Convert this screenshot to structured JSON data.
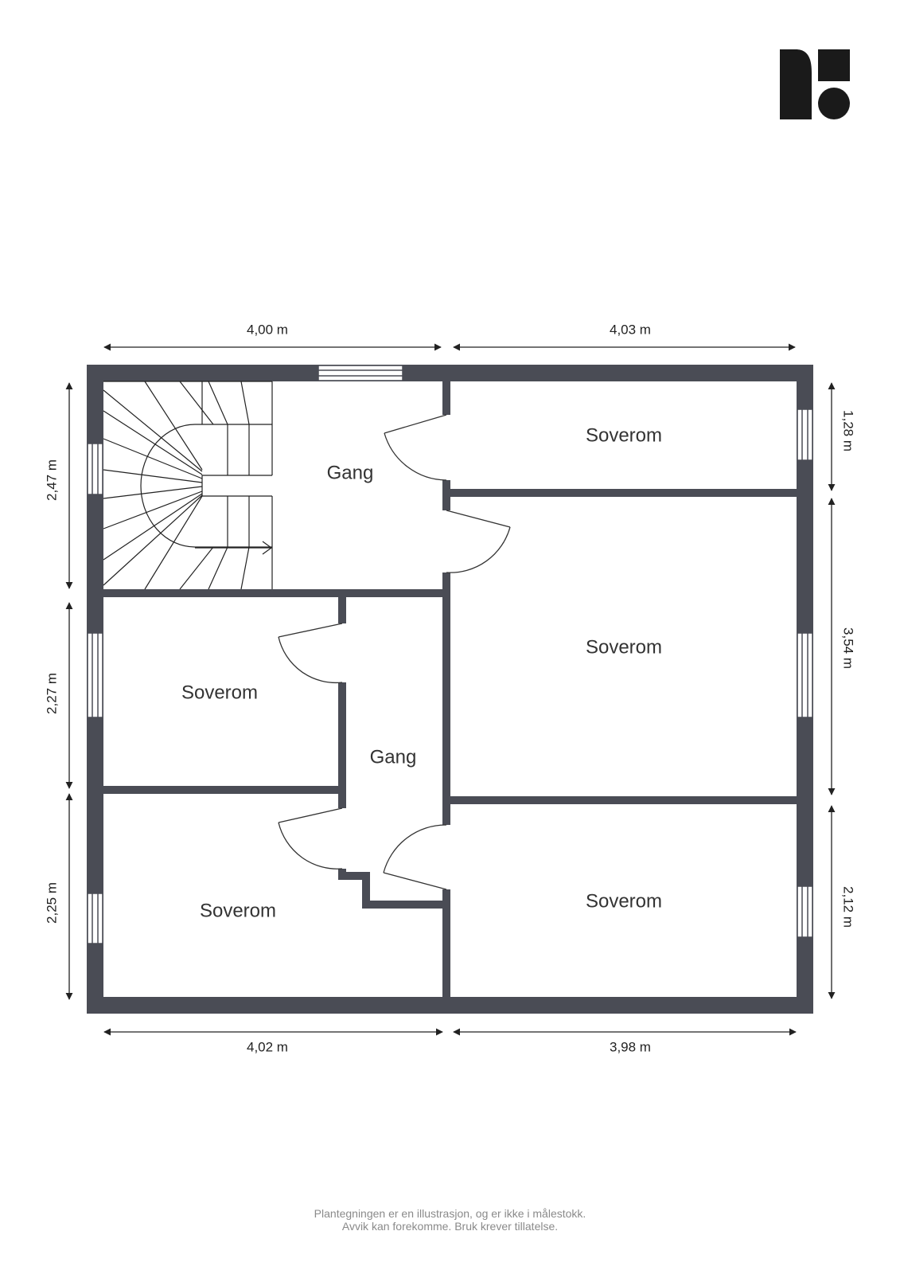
{
  "rooms": {
    "gang_top": "Gang",
    "gang_mid": "Gang",
    "soverom_top_right": "Soverom",
    "soverom_mid_right": "Soverom",
    "soverom_bottom_right": "Soverom",
    "soverom_mid_left": "Soverom",
    "soverom_bottom_left": "Soverom"
  },
  "dimensions": {
    "top_left": "4,00 m",
    "top_right": "4,03 m",
    "bottom_left": "4,02 m",
    "bottom_right": "3,98 m",
    "left_top": "2,47 m",
    "left_mid": "2,27 m",
    "left_bottom": "2,25 m",
    "right_top": "1,28 m",
    "right_mid": "3,54 m",
    "right_bottom": "2,12 m"
  },
  "disclaimer": {
    "line1": "Plantegningen er en illustrasjon, og er ikke i målestokk.",
    "line2": "Avvik kan forekomme. Bruk krever tillatelse."
  },
  "colors": {
    "wall": "#4a4c55",
    "line": "#222222",
    "logo": "#1a1a1a"
  }
}
